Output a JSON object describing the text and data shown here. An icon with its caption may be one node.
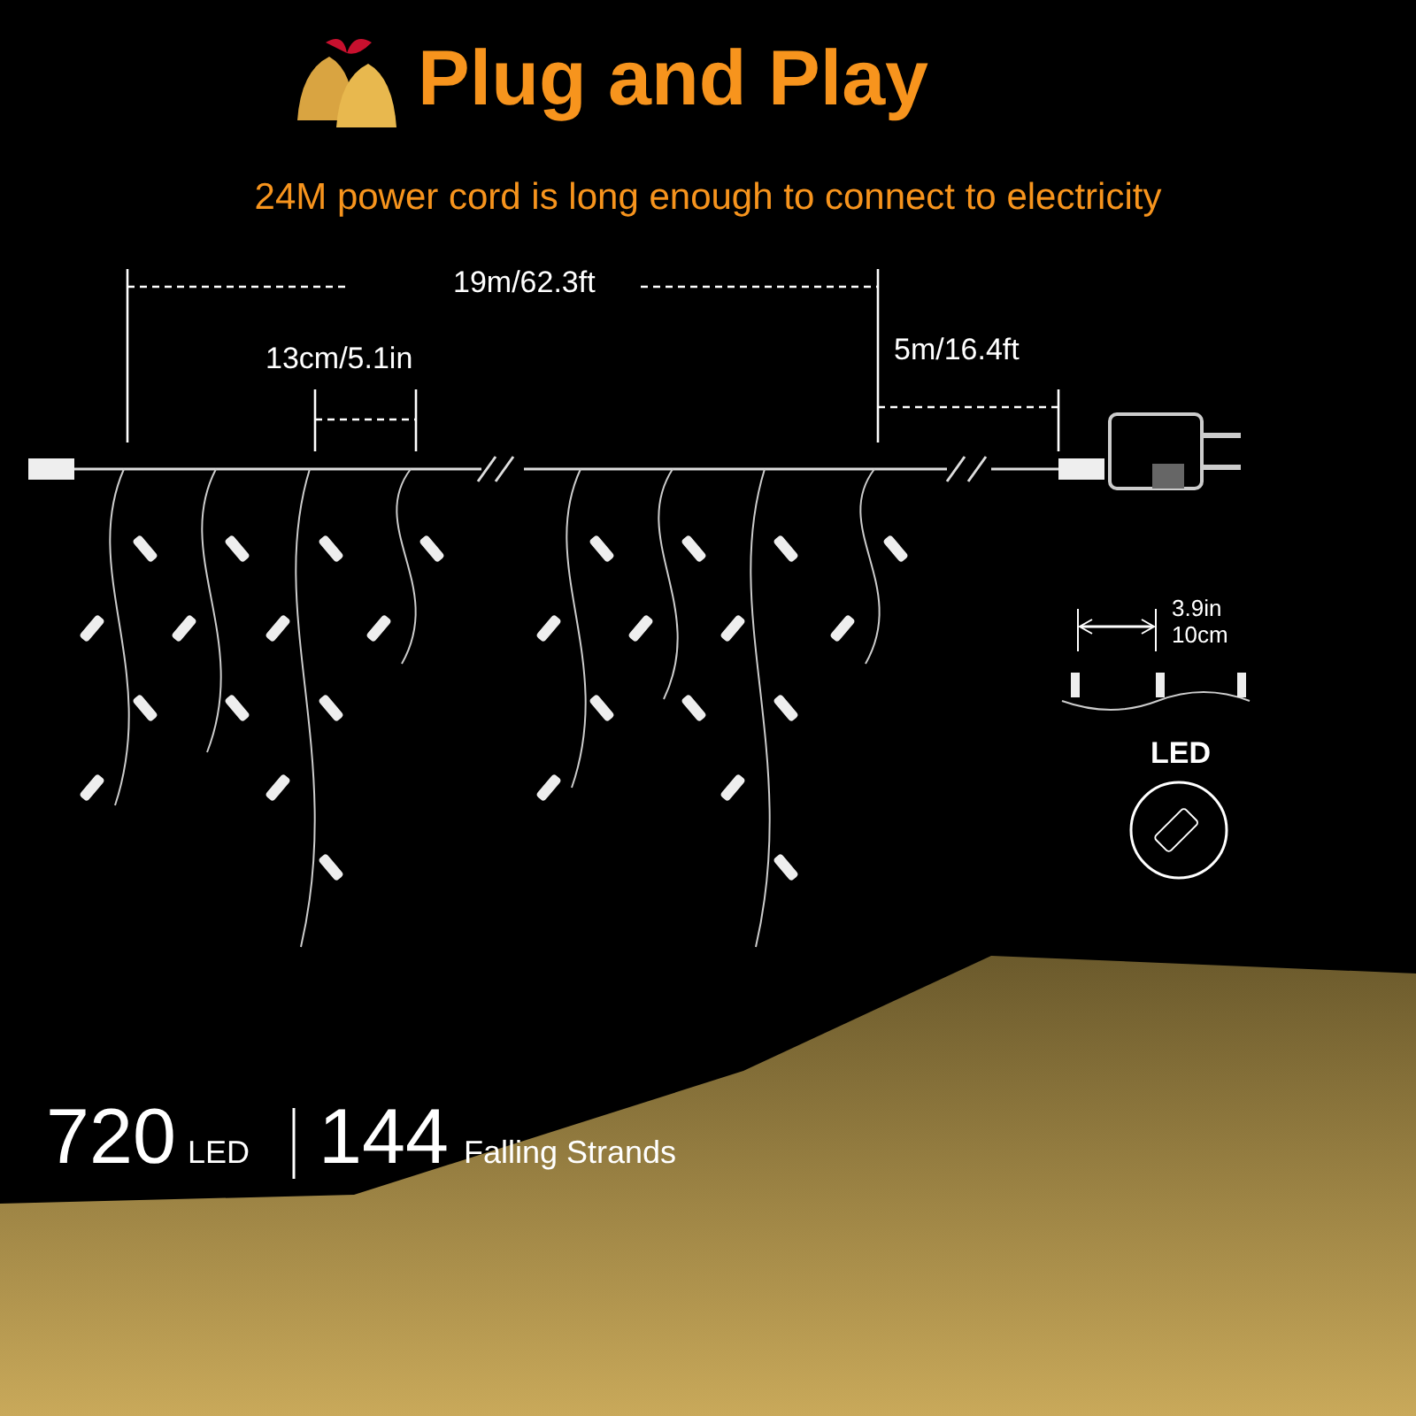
{
  "diagram": {
    "title": "Plug and Play",
    "labels": [
      "24M power cord is long enough to connect to electricity",
      "19m/62.3ft",
      "13cm/5.1in",
      "5m/16.4ft",
      "3.9in",
      "10cm",
      "LED",
      "720",
      "LED",
      "144",
      "Falling Strands"
    ]
  }
}
